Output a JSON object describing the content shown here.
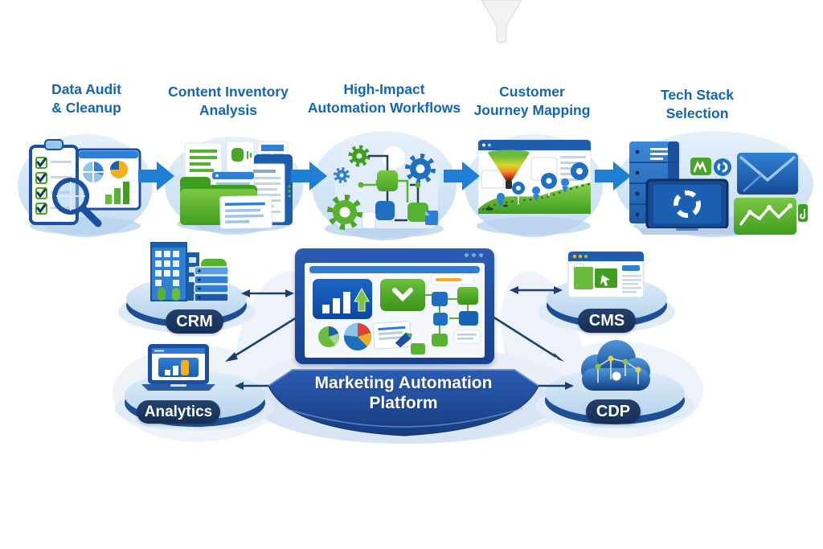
{
  "steps": [
    {
      "id": "data-audit",
      "title_line1": "Data Audit",
      "title_line2": "& Cleanup"
    },
    {
      "id": "content-inventory",
      "title_line1": "Content Inventory",
      "title_line2": "Analysis"
    },
    {
      "id": "automation-workflows",
      "title_line1": "High-Impact",
      "title_line2": "Automation Workflows"
    },
    {
      "id": "journey-mapping",
      "title_line1": "Customer",
      "title_line2": "Journey Mapping"
    },
    {
      "id": "tech-stack",
      "title_line1": "Tech Stack",
      "title_line2": "Selection"
    }
  ],
  "hub": {
    "platform_label_line1": "Marketing Automation",
    "platform_label_line2": "Platform"
  },
  "nodes": [
    {
      "label": "CRM"
    },
    {
      "label": "CMS"
    },
    {
      "label": "Analytics"
    },
    {
      "label": "CDP"
    }
  ],
  "colors": {
    "title_text": "#1366b2",
    "step_arrow": "#1e7fd4",
    "bubble_blue": "#d7e8f7",
    "pill_navy": "#17345e",
    "pedestal_blue": "#1c4a9e",
    "connector_navy": "#1c3f70",
    "accent_green": "#4aa32a"
  },
  "icons": [
    "clipboard-checklist-icon",
    "magnifier-icon",
    "dashboard-icon",
    "folder-documents-icon",
    "gears-workflow-icon",
    "journey-map-icon",
    "tech-stack-icon",
    "crm-building-icon",
    "cms-browser-icon",
    "analytics-laptop-icon",
    "cdp-cloud-icon",
    "hub-laptop-dashboard-icon",
    "funnel-watermark-icon",
    "step-arrow-icon",
    "connector-arrow-icon"
  ]
}
